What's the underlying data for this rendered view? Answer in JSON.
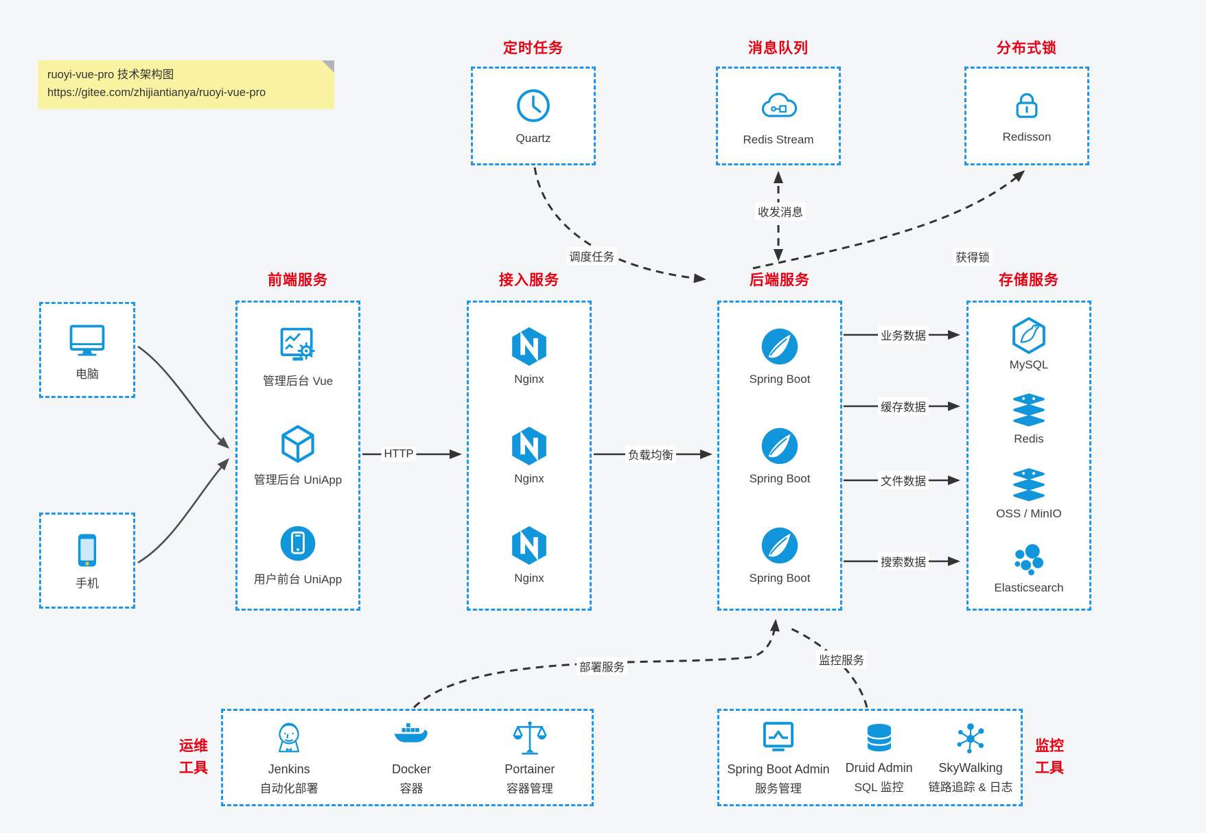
{
  "note": {
    "line1": "ruoyi-vue-pro 技术架构图",
    "line2": "https://gitee.com/zhijiantianya/ruoyi-vue-pro"
  },
  "top_sections": [
    {
      "title": "定时任务",
      "node": {
        "label": "Quartz",
        "icon": "clock-icon"
      }
    },
    {
      "title": "消息队列",
      "node": {
        "label": "Redis Stream",
        "icon": "cloud-queue-icon"
      }
    },
    {
      "title": "分布式锁",
      "node": {
        "label": "Redisson",
        "icon": "lock-icon"
      }
    }
  ],
  "clients": [
    {
      "label": "电脑",
      "icon": "monitor-icon"
    },
    {
      "label": "手机",
      "icon": "smartphone-icon"
    }
  ],
  "columns": [
    {
      "title": "前端服务",
      "items": [
        {
          "label": "管理后台 Vue",
          "icon": "admin-screen-gear-icon"
        },
        {
          "label": "管理后台 UniApp",
          "icon": "cube-icon"
        },
        {
          "label": "用户前台 UniApp",
          "icon": "app-circle-icon"
        }
      ]
    },
    {
      "title": "接入服务",
      "items": [
        {
          "label": "Nginx",
          "icon": "nginx-icon"
        },
        {
          "label": "Nginx",
          "icon": "nginx-icon"
        },
        {
          "label": "Nginx",
          "icon": "nginx-icon"
        }
      ]
    },
    {
      "title": "后端服务",
      "items": [
        {
          "label": "Spring Boot",
          "icon": "spring-icon"
        },
        {
          "label": "Spring Boot",
          "icon": "spring-icon"
        },
        {
          "label": "Spring Boot",
          "icon": "spring-icon"
        }
      ]
    },
    {
      "title": "存储服务",
      "items": [
        {
          "label": "MySQL",
          "icon": "mysql-icon"
        },
        {
          "label": "Redis",
          "icon": "layer-stack-icon"
        },
        {
          "label": "OSS / MinIO",
          "icon": "layer-stack-icon"
        },
        {
          "label": "Elasticsearch",
          "icon": "elasticsearch-icon"
        }
      ]
    }
  ],
  "flows": {
    "http": "HTTP",
    "load_balance": "负载均衡",
    "business": "业务数据",
    "cache": "缓存数据",
    "file": "文件数据",
    "search": "搜索数据",
    "schedule": "调度任务",
    "message": "收发消息",
    "lock": "获得锁",
    "deploy": "部署服务",
    "monitor": "监控服务"
  },
  "bottom_sections": [
    {
      "title_top": "运维",
      "title_bottom": "工具",
      "items": [
        {
          "name": "Jenkins",
          "desc": "自动化部署",
          "icon": "jenkins-icon"
        },
        {
          "name": "Docker",
          "desc": "容器",
          "icon": "docker-icon"
        },
        {
          "name": "Portainer",
          "desc": "容器管理",
          "icon": "scales-icon"
        }
      ]
    },
    {
      "title_top": "监控",
      "title_bottom": "工具",
      "items": [
        {
          "name": "Spring Boot Admin",
          "desc": "服务管理",
          "icon": "admin-chart-icon"
        },
        {
          "name": "Druid Admin",
          "desc": "SQL 监控",
          "icon": "database-icon"
        },
        {
          "name": "SkyWalking",
          "desc": "链路追踪 & 日志",
          "icon": "node-graph-icon"
        }
      ]
    }
  ],
  "colors": {
    "icon_blue": "#1296db",
    "border_blue": "#1f97ee",
    "title_red": "#e60012",
    "note_bg": "#faf3a2",
    "arrow_dark": "#333333",
    "canvas_bg": "#f5f6f7"
  }
}
